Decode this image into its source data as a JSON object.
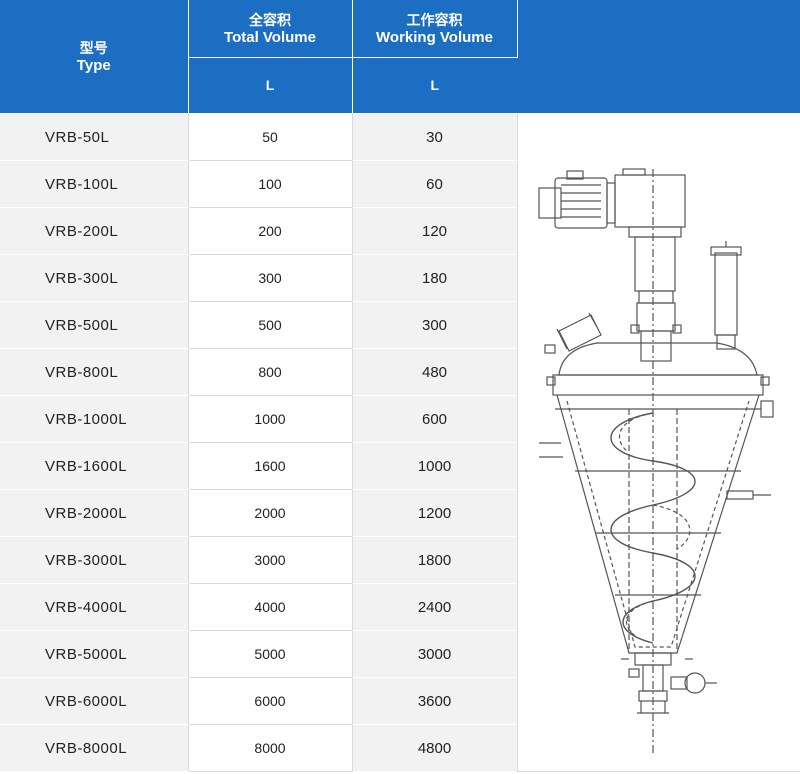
{
  "header": {
    "type_zh": "型号",
    "type_en": "Type",
    "total_zh": "全容积",
    "total_en": "Total Volume",
    "working_zh": "工作容积",
    "working_en": "Working Volume",
    "unit_total": "L",
    "unit_working": "L"
  },
  "rows": [
    {
      "type": "VRB-50L",
      "total": "50",
      "working": "30"
    },
    {
      "type": "VRB-100L",
      "total": "100",
      "working": "60"
    },
    {
      "type": "VRB-200L",
      "total": "200",
      "working": "120"
    },
    {
      "type": "VRB-300L",
      "total": "300",
      "working": "180"
    },
    {
      "type": "VRB-500L",
      "total": "500",
      "working": "300"
    },
    {
      "type": "VRB-800L",
      "total": "800",
      "working": "480"
    },
    {
      "type": "VRB-1000L",
      "total": "1000",
      "working": "600"
    },
    {
      "type": "VRB-1600L",
      "total": "1600",
      "working": "1000"
    },
    {
      "type": "VRB-2000L",
      "total": "2000",
      "working": "1200"
    },
    {
      "type": "VRB-3000L",
      "total": "3000",
      "working": "1800"
    },
    {
      "type": "VRB-4000L",
      "total": "4000",
      "working": "2400"
    },
    {
      "type": "VRB-5000L",
      "total": "5000",
      "working": "3000"
    },
    {
      "type": "VRB-6000L",
      "total": "6000",
      "working": "3600"
    },
    {
      "type": "VRB-8000L",
      "total": "8000",
      "working": "4800"
    }
  ],
  "colors": {
    "header_blue": "#1b6ec2",
    "row_grey": "#f2f2f2",
    "line": "#555555"
  },
  "diagram_icon": "conical-screw-mixer-drawing"
}
